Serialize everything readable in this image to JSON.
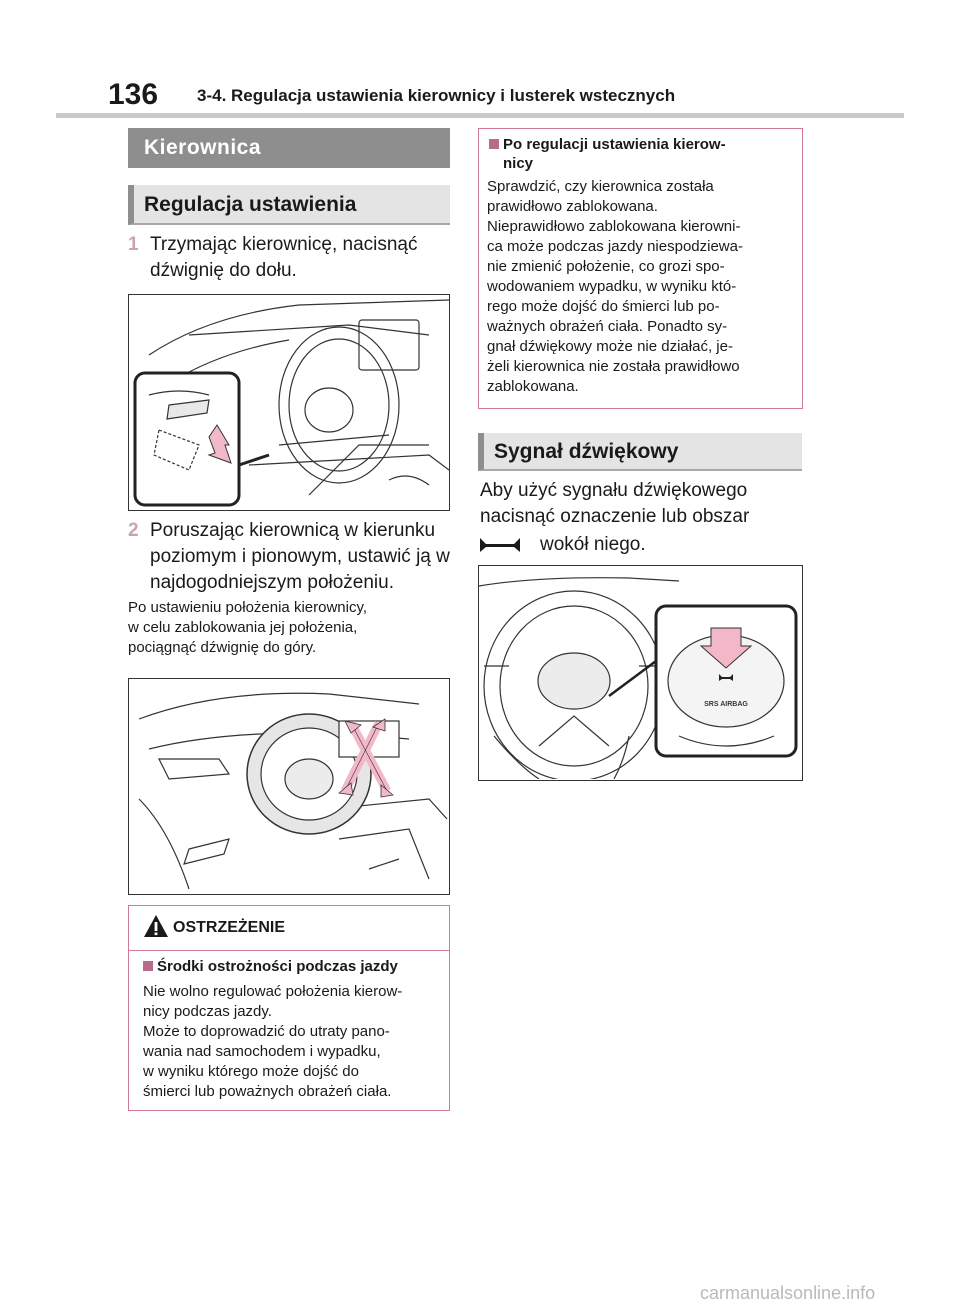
{
  "header": {
    "page_number": "136",
    "title": "3-4. Regulacja ustawienia kierownicy i lusterek wstecznych"
  },
  "left": {
    "section_title": "Kierownica",
    "subsection_title": "Regulacja ustawienia",
    "step1": {
      "num": "1",
      "text": "Trzymając kierownicę, nacisnąć dźwignię do dołu."
    },
    "step2": {
      "num": "2",
      "text": "Poruszając kierownicą w kierunku poziomym i pionowym, ustawić ją w najdogodniejszym położeniu."
    },
    "note": {
      "l1": "Po ustawieniu położenia kierownicy,",
      "l2": "w celu zablokowania jej położenia,",
      "l3": "pociągnąć dźwignię do góry."
    },
    "warning": {
      "title": "OSTRZEŻENIE",
      "subtitle": "Środki ostrożności podczas jazdy",
      "l1": "Nie wolno regulować położenia kierow-",
      "l2": "nicy podczas jazdy.",
      "l3": "Może to doprowadzić do utraty pano-",
      "l4": "wania nad samochodem i wypadku,",
      "l5": "w wyniku którego może dojść do",
      "l6": "śmierci lub poważnych obrażeń ciała."
    }
  },
  "right": {
    "info": {
      "subtitle_l1": "Po regulacji ustawienia kierow-",
      "subtitle_l2": "nicy",
      "l1": "Sprawdzić, czy kierownica została",
      "l2": "prawidłowo zablokowana.",
      "l3": "Nieprawidłowo zablokowana kierowni-",
      "l4": "ca może podczas jazdy niespodziewa-",
      "l5": "nie zmienić położenie, co grozi spo-",
      "l6": "wodowaniem wypadku, w wyniku któ-",
      "l7": "rego może dojść do śmierci lub po-",
      "l8": "ważnych obrażeń ciała. Ponadto sy-",
      "l9": "gnał dźwiękowy może nie działać, je-",
      "l10": "żeli kierownica nie została prawidłowo",
      "l11": "zablokowana."
    },
    "horn_section_title": "Sygnał dźwiękowy",
    "horn": {
      "l1": "Aby użyć sygnału dźwiękowego",
      "l2": "nacisnąć oznaczenie lub obszar",
      "l3": "wokół niego."
    },
    "airbag_label": "SRS AIRBAG"
  },
  "icons": {
    "warning": "warning-triangle-icon",
    "horn": "horn-icon",
    "bullet": "square-bullet-icon"
  },
  "colors": {
    "accent_pink": "#d07a9a",
    "arrow_pink": "#f2b8c8",
    "section_gray": "#8e8e8e",
    "step_number": "#c9a3b3"
  },
  "watermark": "carmanualsonline.info"
}
